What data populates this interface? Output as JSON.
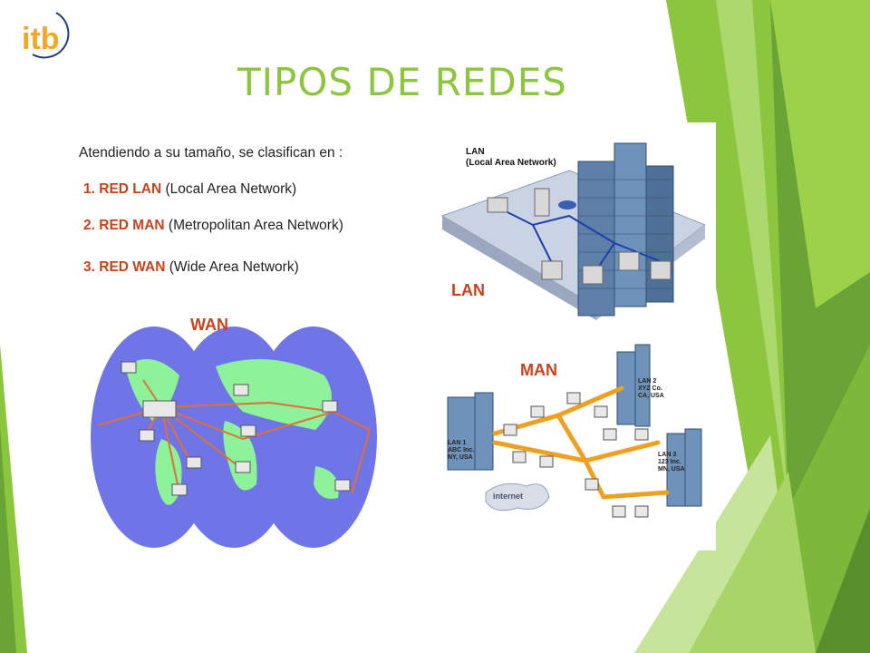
{
  "slide": {
    "logo_text": "itb",
    "title": "TIPOS DE REDES",
    "intro": "Atendiendo a su tamaño, se clasifican en :",
    "types": [
      {
        "num": "1.",
        "name": "RED LAN",
        "desc": "(Local Area Network)"
      },
      {
        "num": "2.",
        "name": "RED MAN",
        "desc": "(Metropolitan Area Network)"
      },
      {
        "num": "3.",
        "name": "RED WAN",
        "desc": "(Wide Area Network)"
      }
    ]
  },
  "lan_diagram": {
    "caption_line1": "LAN",
    "caption_line2": "(Local Area Network)",
    "big_label": "LAN"
  },
  "wan_diagram": {
    "label": "WAN"
  },
  "man_diagram": {
    "label": "MAN",
    "lan1": [
      "LAN 1",
      "ABC Inc.",
      "NY, USA"
    ],
    "lan2": [
      "LAN 2",
      "XYZ Co.",
      "CA, USA"
    ],
    "lan3": [
      "LAN 3",
      "123 Inc.",
      "MN, USA"
    ],
    "cloud": "internet"
  },
  "colors": {
    "accent_green": "#8cc63f",
    "dark_green": "#5a8f2d",
    "highlight_red": "#c8431b",
    "logo_orange": "#f5a623",
    "ocean_blue": "#6f75e6",
    "land_green": "#8df29a",
    "link_orange": "#f0a020"
  }
}
